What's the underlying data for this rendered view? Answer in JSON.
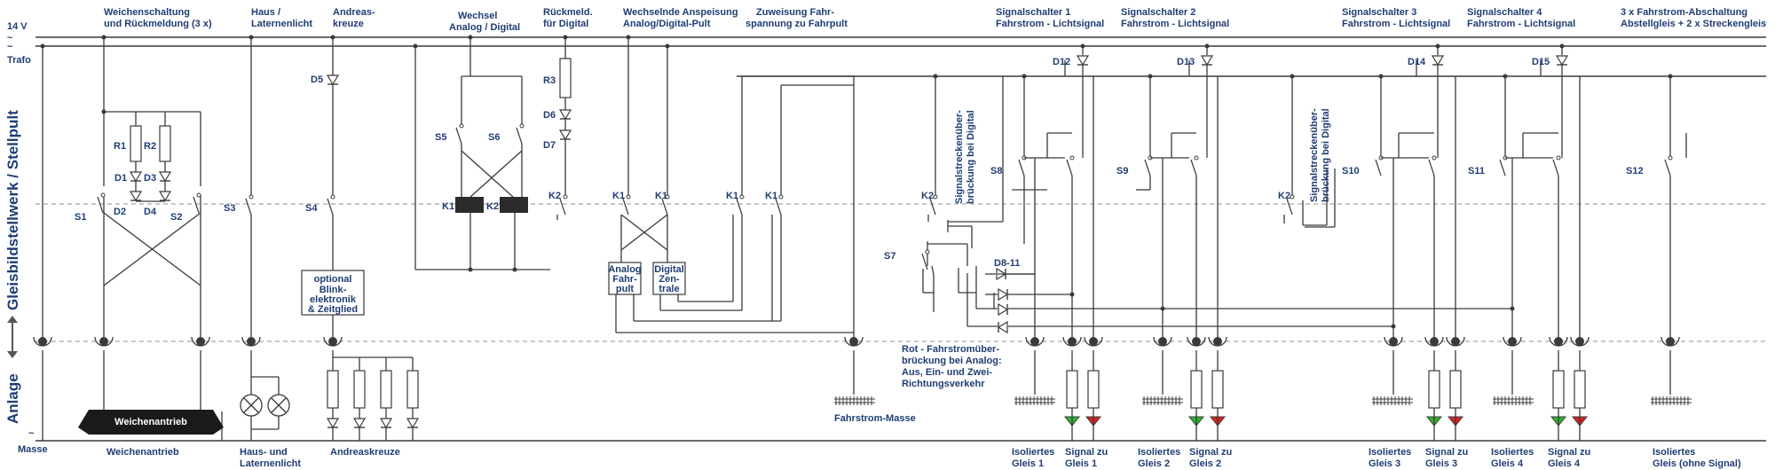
{
  "rails": {
    "v14": "14 V",
    "trafo": "Trafo",
    "masse": "Masse"
  },
  "side": {
    "top": "Gleisbildstellwerk / Stellpult",
    "bottom": "Anlage"
  },
  "headers": {
    "weichen": [
      "Weichenschaltung",
      "und Rückmeldung (3 x)"
    ],
    "haus": [
      "Haus /",
      "Laternenlicht"
    ],
    "andreas": [
      "Andreas-",
      "kreuze"
    ],
    "wechsel": [
      "Wechsel",
      "Analog / Digital"
    ],
    "rueck": [
      "Rückmeld.",
      "für Digital"
    ],
    "wechselnd": [
      "Wechselnde Anspeisung",
      "Analog/Digital-Pult"
    ],
    "zuweisung": [
      "Zuweisung Fahr-",
      "spannung zu Fahrpult"
    ],
    "sig1": [
      "Signalschalter 1",
      "Fahrstrom - Lichtsignal"
    ],
    "sig2": [
      "Signalschalter 2",
      "Fahrstrom - Lichtsignal"
    ],
    "sig3": [
      "Signalschalter 3",
      "Fahrstrom - Lichtsignal"
    ],
    "sig4": [
      "Signalschalter 4",
      "Fahrstrom - Lichtsignal"
    ],
    "drei": [
      "3 x Fahrstrom-Abschaltung",
      "Abstellgleis + 2 x Streckengleis"
    ]
  },
  "components": {
    "R1": "R1",
    "R2": "R2",
    "R3": "R3",
    "D1": "D1",
    "D2": "D2",
    "D3": "D3",
    "D4": "D4",
    "D5": "D5",
    "D6": "D6",
    "D7": "D7",
    "D811": "D8-11",
    "D12": "D12",
    "D13": "D13",
    "D14": "D14",
    "D15": "D15",
    "S1": "S1",
    "S2": "S2",
    "S3": "S3",
    "S4": "S4",
    "S5": "S5",
    "S6": "S6",
    "S7": "S7",
    "S8": "S8",
    "S9": "S9",
    "S10": "S10",
    "S11": "S11",
    "S12": "S12",
    "K1": "K1",
    "K2": "K2"
  },
  "boxes": {
    "blink": [
      "optional",
      "Blink-",
      "elektronik",
      "& Zeitglied"
    ],
    "analog": [
      "Analog",
      "Fahr-",
      "pult"
    ],
    "digital": [
      "Digital",
      "Zen-",
      "trale"
    ],
    "weichenantrieb": "Weichenantrieb"
  },
  "rotated": {
    "ueber1": [
      "Signalstreckenüber-",
      "brückung bei Digital"
    ],
    "ueber2": [
      "Signalstreckenüber-",
      "brückung bei Digital"
    ]
  },
  "rot_note": [
    "Rot - Fahrstromüber-",
    "brückung bei Analog:",
    "Aus, Ein- und Zwei-",
    "Richtungsverkehr"
  ],
  "fahrstrom_masse": "Fahrstrom-Masse",
  "footers": {
    "weichenantrieb": "Weichenantrieb",
    "haus": [
      "Haus- und",
      "Laternenlicht"
    ],
    "andreas": "Andreaskreuze",
    "iso1": [
      "Isoliertes",
      "Gleis 1"
    ],
    "sig1": [
      "Signal zu",
      "Gleis 1"
    ],
    "iso2": [
      "Isoliertes",
      "Gleis 2"
    ],
    "sig2": [
      "Signal zu",
      "Gleis 2"
    ],
    "iso3": [
      "Isoliertes",
      "Gleis 3"
    ],
    "sig3": [
      "Signal zu",
      "Gleis 3"
    ],
    "iso4": [
      "Isoliertes",
      "Gleis 4"
    ],
    "sig4": [
      "Signal zu",
      "Gleis 4"
    ],
    "iso5": [
      "Isoliertes",
      "Gleis (ohne Signal)"
    ]
  },
  "colors": {
    "text": "#1f3d73",
    "wire": "#3a3a3a",
    "relay": "#2b2b2b",
    "green": "#2fb52f",
    "red": "#d92020",
    "dashed": "#c8c8c8"
  }
}
